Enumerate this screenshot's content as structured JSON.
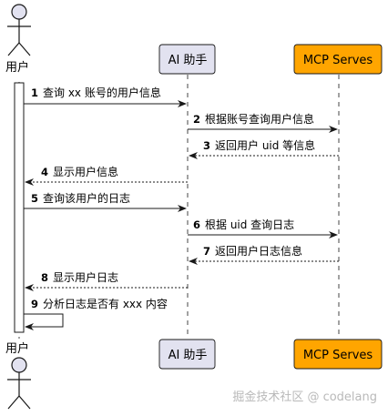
{
  "participants": {
    "user": {
      "label": "用户"
    },
    "ai": {
      "label": "AI 助手"
    },
    "mcp": {
      "label": "MCP Serves"
    }
  },
  "messages": [
    {
      "num": "1",
      "text": "查询 xx 账号的用户信息"
    },
    {
      "num": "2",
      "text": "根据账号查询用户信息"
    },
    {
      "num": "3",
      "text": "返回用户 uid 等信息"
    },
    {
      "num": "4",
      "text": "显示用户信息"
    },
    {
      "num": "5",
      "text": "查询该用户的日志"
    },
    {
      "num": "6",
      "text": "根据 uid 查询日志"
    },
    {
      "num": "7",
      "text": "返回用户日志信息"
    },
    {
      "num": "8",
      "text": "显示用户日志"
    },
    {
      "num": "9",
      "text": "分析日志是否有 xxx 内容"
    }
  ],
  "watermark": "掘金技术社区 @ codelang",
  "colors": {
    "ai_fill": "#E2E2F0",
    "ai_stroke": "#181818",
    "mcp_fill": "#FFA500",
    "activation_fill": "#FFFFFF",
    "line": "#181818"
  }
}
